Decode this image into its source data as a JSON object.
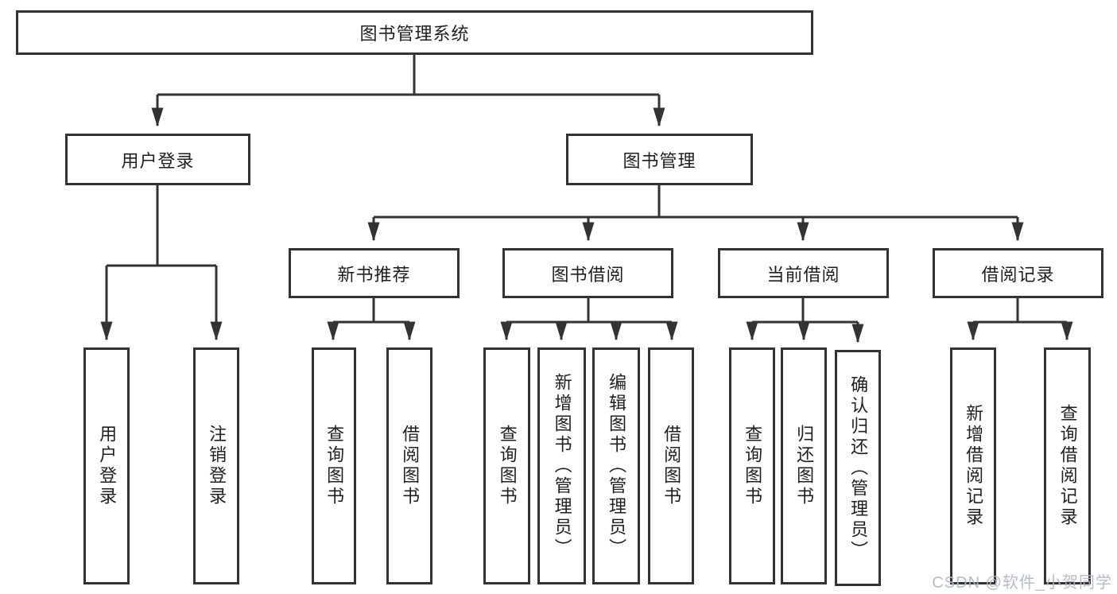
{
  "tree": {
    "label": "图书管理系统",
    "children": [
      {
        "label": "用户登录",
        "children": [
          {
            "label": "用户登录"
          },
          {
            "label": "注销登录"
          }
        ]
      },
      {
        "label": "图书管理",
        "children": [
          {
            "label": "新书推荐",
            "children": [
              {
                "label": "查询图书"
              },
              {
                "label": "借阅图书"
              }
            ]
          },
          {
            "label": "图书借阅",
            "children": [
              {
                "label": "查询图书"
              },
              {
                "label": "新增图书（管理员）"
              },
              {
                "label": "编辑图书（管理员）"
              },
              {
                "label": "借阅图书"
              }
            ]
          },
          {
            "label": "当前借阅",
            "children": [
              {
                "label": "查询图书"
              },
              {
                "label": "归还图书"
              },
              {
                "label": "确认归还（管理员）"
              }
            ]
          },
          {
            "label": "借阅记录",
            "children": [
              {
                "label": "新增借阅记录"
              },
              {
                "label": "查询借阅记录"
              }
            ]
          }
        ]
      }
    ]
  },
  "watermark": {
    "text": "CSDN @软件_小贺同学"
  },
  "colors": {
    "line": "#333333",
    "text": "#1f1f1f",
    "watermark": "#b0b6c2",
    "background": "#ffffff"
  }
}
